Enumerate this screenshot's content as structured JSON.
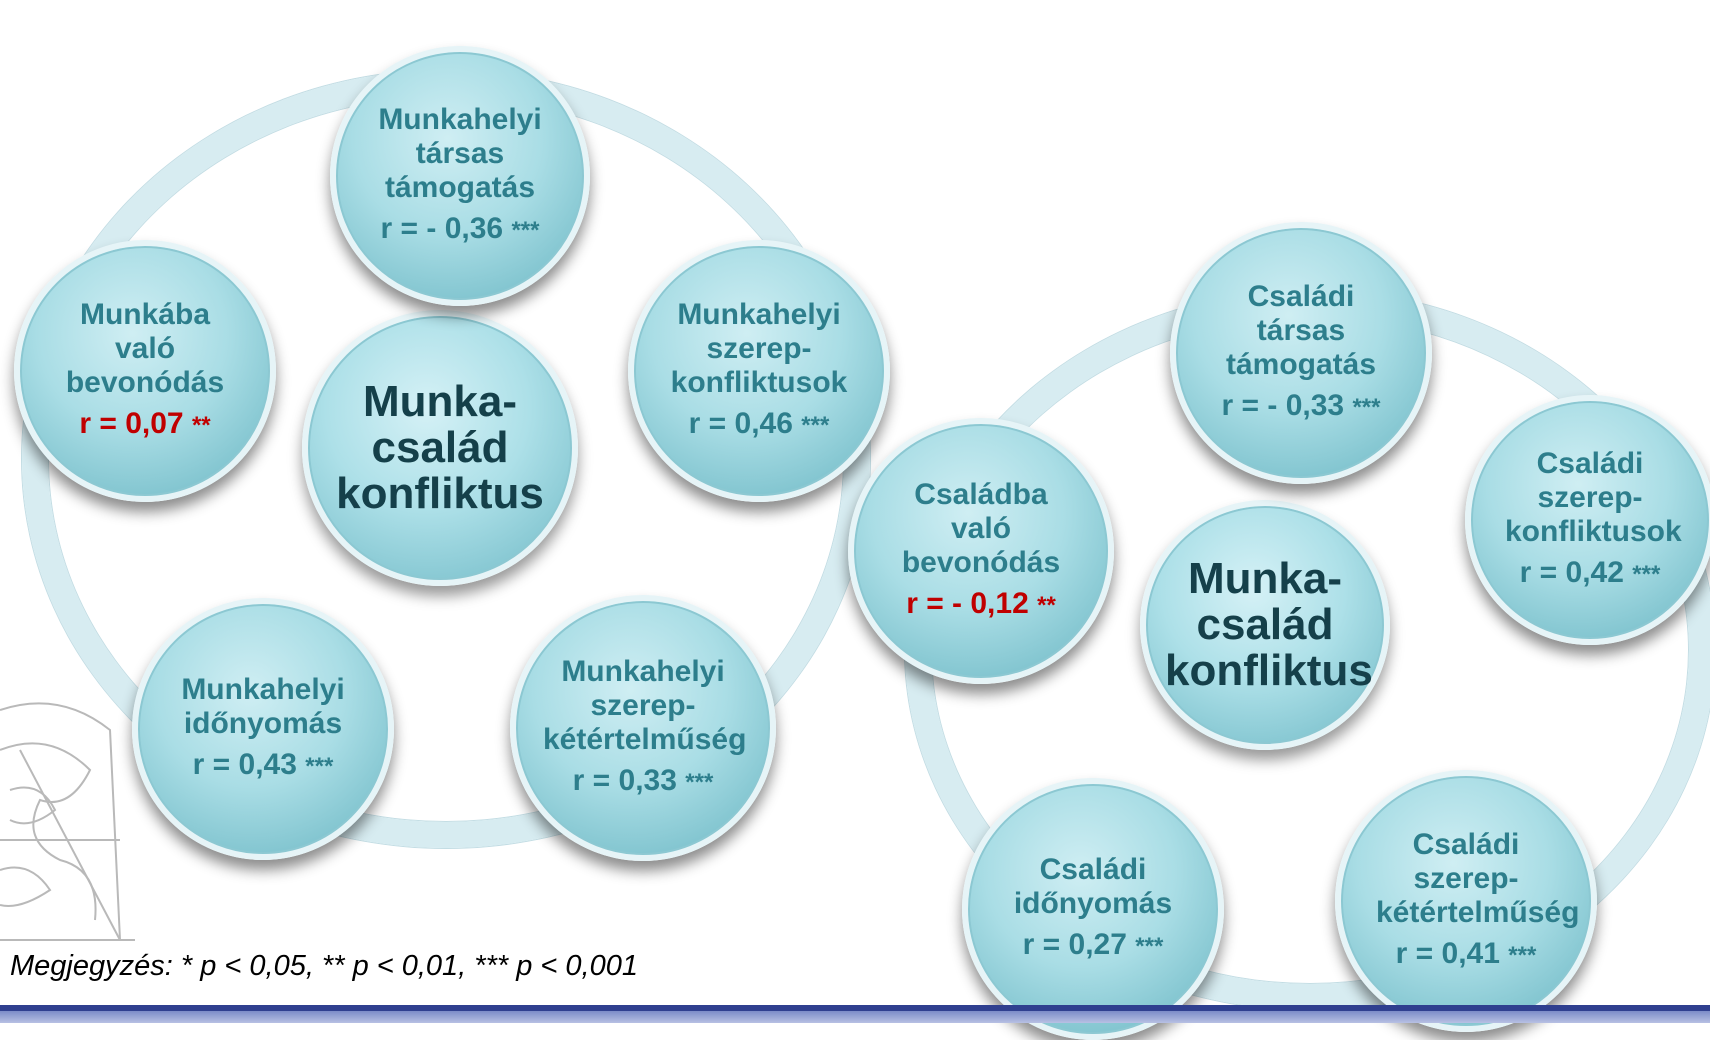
{
  "left_diagram": {
    "center_title": "Munka-család konfliktus",
    "nodes": [
      {
        "label": "Munkahelyi társas támogatás",
        "r": "r = - 0,36",
        "stars": "***",
        "highlight": false
      },
      {
        "label": "Munkahelyi szerep-konfliktusok",
        "r": "r = 0,46",
        "stars": "***",
        "highlight": false
      },
      {
        "label": "Munkahelyi szerep-kétértelműség",
        "r": "r = 0,33",
        "stars": "***",
        "highlight": false
      },
      {
        "label": "Munkahelyi időnyomás",
        "r": "r = 0,43",
        "stars": "***",
        "highlight": false
      },
      {
        "label": "Munkába való bevonódás",
        "r": "r = 0,07",
        "stars": "**",
        "highlight": true
      }
    ]
  },
  "right_diagram": {
    "center_title": "Munka-család konfliktus",
    "nodes": [
      {
        "label": "Családi társas támogatás",
        "r": "r = - 0,33",
        "stars": "***",
        "highlight": false
      },
      {
        "label": "Családi szerep-konfliktusok",
        "r": "r = 0,42",
        "stars": "***",
        "highlight": false
      },
      {
        "label": "Családi szerep-kétértelműség",
        "r": "r = 0,41",
        "stars": "***",
        "highlight": false
      },
      {
        "label": "Családi időnyomás",
        "r": "r = 0,27",
        "stars": "***",
        "highlight": false
      },
      {
        "label": "Családba való bevonódás",
        "r": "r = - 0,12",
        "stars": "**",
        "highlight": true
      }
    ]
  },
  "colors": {
    "node_text": "#2d7e8c",
    "highlight": "#c00000",
    "center_text": "#15404a",
    "ring": "#d7ecf1"
  },
  "footnote": "Megjegyzés: * p < 0,05, ** p < 0,01, *** p < 0,001"
}
